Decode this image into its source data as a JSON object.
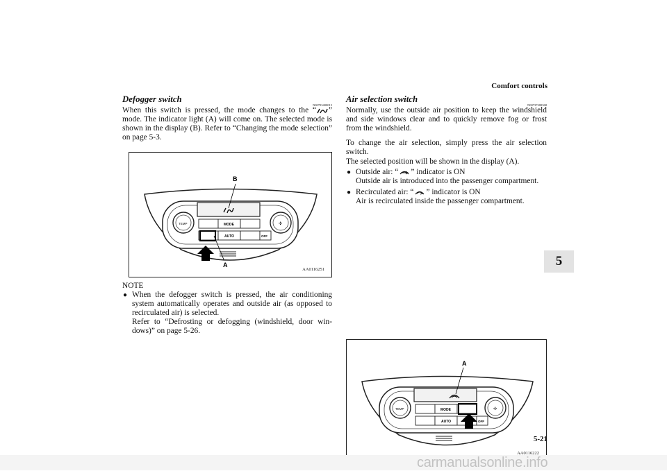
{
  "header": "Comfort controls",
  "page_number": "5-21",
  "chapter_tab": "5",
  "left": {
    "title": "Defogger switch",
    "code": "N00703400015",
    "para_part1": "When this switch is pressed, the mode changes to the “",
    "para_part2": "” mode. The indicator light (A) will come on. The selected mode is shown in the display (B). Refer to “Changing the mode selection” on page 5-3.",
    "figure": {
      "label_a": "A",
      "label_b": "B",
      "code": "AA0116251",
      "temp": "TEMP",
      "mode": "MODE",
      "auto": "AUTO",
      "off": "OFF"
    },
    "note_label": "NOTE",
    "note_text": "When the defogger switch is pressed, the air conditioning system automatically operates and outside air (as opposed to recirculated air) is selected.",
    "note_ref": "Refer to “Defrosting or defogging (windshield, door win-dows)” on page 5-26."
  },
  "right": {
    "title": "Air selection switch",
    "code": "N00737200368",
    "para1": "Normally, use the outside air position to keep the windshield and side windows clear and to quickly remove fog or frost from the windshield.",
    "para2a": "To change the air selection, simply press the air selection switch.",
    "para2b": "The selected position will be shown in the display (A).",
    "b1_prefix": "Outside air: “",
    "b1_suffix": "” indicator is ON",
    "b1_desc": "Outside air is introduced into the passenger compartment.",
    "b2_prefix": "Recirculated air: “",
    "b2_suffix": "” indicator is ON",
    "b2_desc": "Air is recirculated inside the passenger compartment.",
    "figure": {
      "label_a": "A",
      "code": "AA0116222",
      "temp": "TEMP",
      "mode": "MODE",
      "auto": "AUTO",
      "off": "OFF"
    }
  },
  "footer": "carmanualsonline.info"
}
